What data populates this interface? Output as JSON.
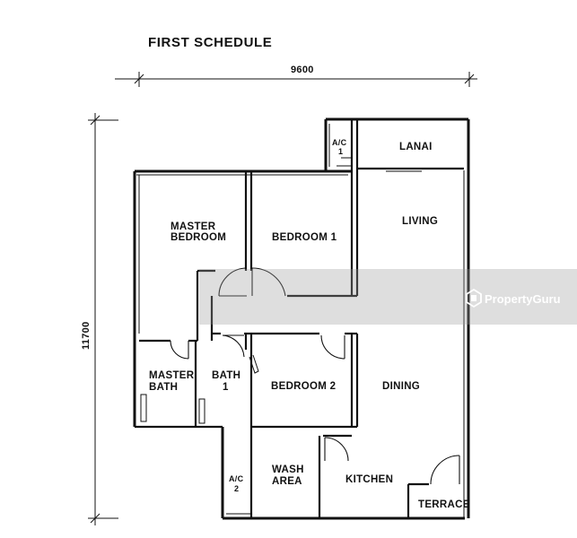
{
  "title": "FIRST SCHEDULE",
  "dimensions": {
    "width": "9600",
    "height": "11700"
  },
  "rooms": {
    "master_bedroom": [
      "MASTER",
      "BEDROOM"
    ],
    "bedroom1": "BEDROOM 1",
    "living": "LIVING",
    "lanai": "LANAI",
    "ac1": [
      "A/C",
      "1"
    ],
    "master_bath": [
      "MASTER",
      "BATH"
    ],
    "bath1": [
      "BATH",
      "1"
    ],
    "bedroom2": "BEDROOM 2",
    "dining": "DINING",
    "ac2": [
      "A/C",
      "2"
    ],
    "wash_area": [
      "WASH",
      "AREA"
    ],
    "kitchen": "KITCHEN",
    "terrace": "TERRACE"
  },
  "watermark": "PropertyGuru"
}
